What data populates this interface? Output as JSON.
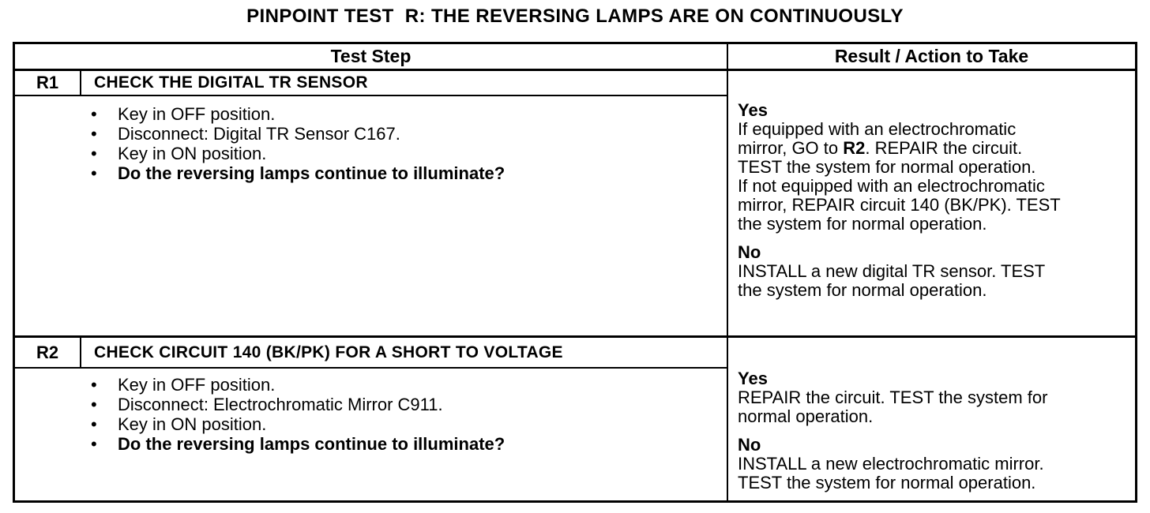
{
  "page_title": "PINPOINT TEST  R: THE REVERSING LAMPS ARE ON CONTINUOUSLY",
  "table": {
    "header": {
      "test_step": "Test Step",
      "result": "Result / Action to Take"
    },
    "rows": [
      {
        "id": "R1",
        "title": "CHECK THE DIGITAL TR SENSOR",
        "bullet_glyph": "•",
        "bullets": [
          "Key in OFF position.",
          "Disconnect: Digital TR Sensor C167.",
          "Key in ON position.",
          "Do the reversing lamps continue to illuminate?"
        ],
        "result": {
          "yes_label": "Yes",
          "yes_p1_l1": "If equipped with an electrochromatic",
          "yes_p1_l2_pre": "mirror, GO to ",
          "yes_p1_l2_bold": "R2",
          "yes_p1_l2_post": ". REPAIR the circuit.",
          "yes_p1_l3": "TEST the system for normal operation.",
          "yes_p2_l1": "If not equipped with an electrochromatic",
          "yes_p2_l2": "mirror, REPAIR circuit 140 (BK/PK). TEST",
          "yes_p2_l3": "the system for normal operation.",
          "no_label": "No",
          "no_p1_l1": "INSTALL a new digital TR sensor. TEST",
          "no_p1_l2": "the system for normal operation."
        }
      },
      {
        "id": "R2",
        "title": "CHECK CIRCUIT 140 (BK/PK) FOR A SHORT TO VOLTAGE",
        "bullet_glyph": "•",
        "bullets": [
          "Key in OFF position.",
          "Disconnect: Electrochromatic Mirror C911.",
          "Key in ON position.",
          "Do the reversing lamps continue to illuminate?"
        ],
        "result": {
          "yes_label": "Yes",
          "yes_p1_l1": "REPAIR the circuit. TEST the system for",
          "yes_p1_l2": "normal operation.",
          "no_label": "No",
          "no_p1_l1": "INSTALL a new electrochromatic mirror.",
          "no_p1_l2": "TEST the system for normal operation."
        }
      }
    ]
  },
  "colors": {
    "ink": "#000000",
    "paper": "#ffffff"
  }
}
